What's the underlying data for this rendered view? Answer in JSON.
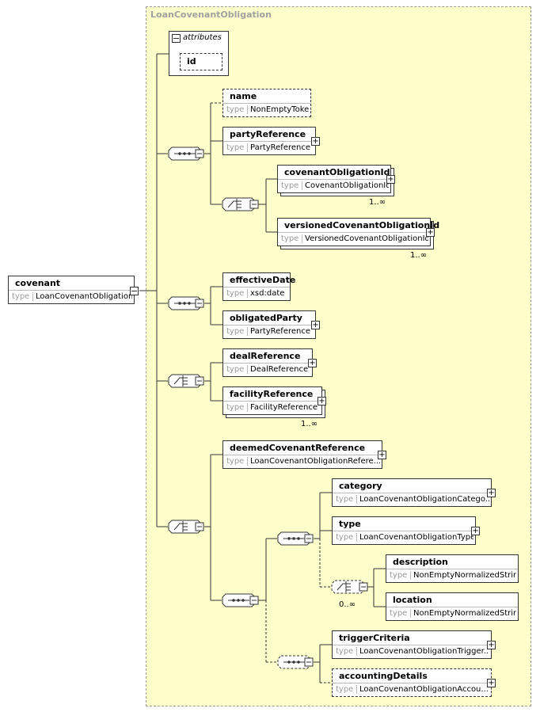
{
  "group_title": "LoanCovenantObligation",
  "attributes": {
    "label": "attributes",
    "items": [
      "id"
    ]
  },
  "root": {
    "name": "covenant",
    "type_label": "type",
    "type": "LoanCovenantObligation"
  },
  "elements": {
    "name": {
      "name": "name",
      "type": "NonEmptyToken"
    },
    "partyReference": {
      "name": "partyReference",
      "type": "PartyReference"
    },
    "covenantObligationId": {
      "name": "covenantObligationId",
      "type": "CovenantObligationId",
      "occurs": "1..∞"
    },
    "versionedCovenantObligationId": {
      "name": "versionedCovenantObligationId",
      "type": "VersionedCovenantObligationId",
      "occurs": "1..∞"
    },
    "effectiveDate": {
      "name": "effectiveDate",
      "type": "xsd:date"
    },
    "obligatedParty": {
      "name": "obligatedParty",
      "type": "PartyReference"
    },
    "dealReference": {
      "name": "dealReference",
      "type": "DealReference"
    },
    "facilityReference": {
      "name": "facilityReference",
      "type": "FacilityReference",
      "occurs": "1..∞"
    },
    "deemedCovenantReference": {
      "name": "deemedCovenantReference",
      "type": "LoanCovenantObligationRefere..."
    },
    "category": {
      "name": "category",
      "type": "LoanCovenantObligationCatego..."
    },
    "type": {
      "name": "type",
      "type": "LoanCovenantObligationType"
    },
    "description": {
      "name": "description",
      "type": "NonEmptyNormalizedString"
    },
    "location": {
      "name": "location",
      "type": "NonEmptyNormalizedString"
    },
    "triggerCriteria": {
      "name": "triggerCriteria",
      "type": "LoanCovenantObligationTrigger..."
    },
    "accountingDetails": {
      "name": "accountingDetails",
      "type": "LoanCovenantObligationAccou..."
    }
  },
  "choice_occurs": "0..∞",
  "type_label": "type"
}
